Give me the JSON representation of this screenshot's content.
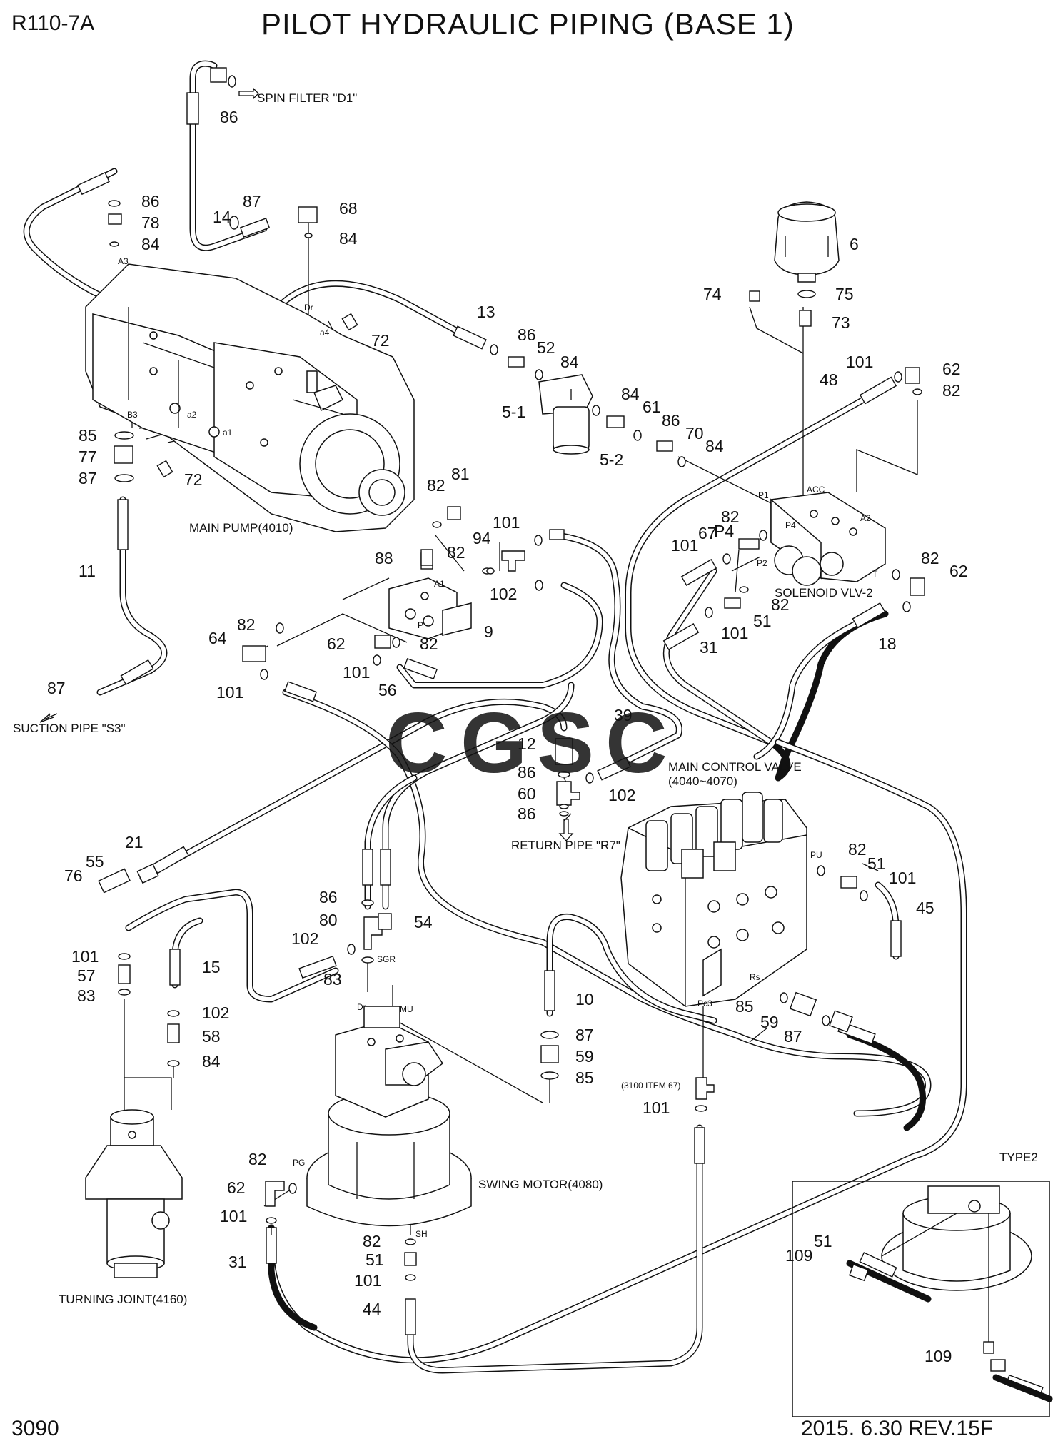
{
  "header": {
    "model": "R110-7A",
    "title": "PILOT HYDRAULIC PIPING (BASE 1)"
  },
  "footer": {
    "page_number": "3090",
    "revision": "2015. 6.30  REV.15F"
  },
  "component_labels": {
    "main_pump": "MAIN PUMP(4010)",
    "solenoid_valve": "SOLENOID VLV-2",
    "main_control_valve": "MAIN CONTROL VALVE",
    "main_control_valve_range": "(4040~4070)",
    "swing_motor": "SWING MOTOR(4080)",
    "turning_joint": "TURNING JOINT(4160)",
    "type2": "TYPE2",
    "item_note": "(3100 ITEM 67)"
  },
  "connection_labels": {
    "spin_filter": "SPIN FILTER \"D1\"",
    "suction_pipe": "SUCTION PIPE \"S3\"",
    "return_pipe": "RETURN PIPE \"R7\""
  },
  "port_labels": [
    "A3",
    "B3",
    "a2",
    "a1",
    "a4",
    "Dr",
    "P1",
    "P2",
    "P4",
    "ACC",
    "A2",
    "T",
    "A1",
    "P",
    "PU",
    "Rs",
    "Pc3",
    "SGR",
    "MU",
    "PG",
    "SH",
    "Dr"
  ],
  "watermark": "CGSC",
  "watermark_colors": [
    "#4a86e8",
    "#ea6e6e",
    "#f1c232",
    "#4caf7d"
  ],
  "part_numbers": [
    "86",
    "86",
    "78",
    "84",
    "87",
    "14",
    "68",
    "84",
    "6",
    "74",
    "75",
    "73",
    "13",
    "72",
    "86",
    "52",
    "84",
    "101",
    "62",
    "48",
    "82",
    "5-1",
    "84",
    "61",
    "86",
    "70",
    "84",
    "5-2",
    "85",
    "77",
    "87",
    "72",
    "82",
    "81",
    "101",
    "94",
    "82",
    "67",
    "101",
    "88",
    "82",
    "102",
    "P4",
    "82",
    "62",
    "11",
    "64",
    "82",
    "62",
    "9",
    "82",
    "101",
    "56",
    "101",
    "51",
    "82",
    "31",
    "101",
    "18",
    "87",
    "39",
    "12",
    "86",
    "60",
    "102",
    "86",
    "21",
    "55",
    "76",
    "82",
    "51",
    "101",
    "45",
    "86",
    "80",
    "54",
    "102",
    "83",
    "15",
    "101",
    "57",
    "83",
    "102",
    "58",
    "84",
    "10",
    "87",
    "59",
    "85",
    "85",
    "59",
    "87",
    "101",
    "82",
    "62",
    "101",
    "31",
    "82",
    "51",
    "101",
    "44",
    "51",
    "109",
    "109"
  ]
}
